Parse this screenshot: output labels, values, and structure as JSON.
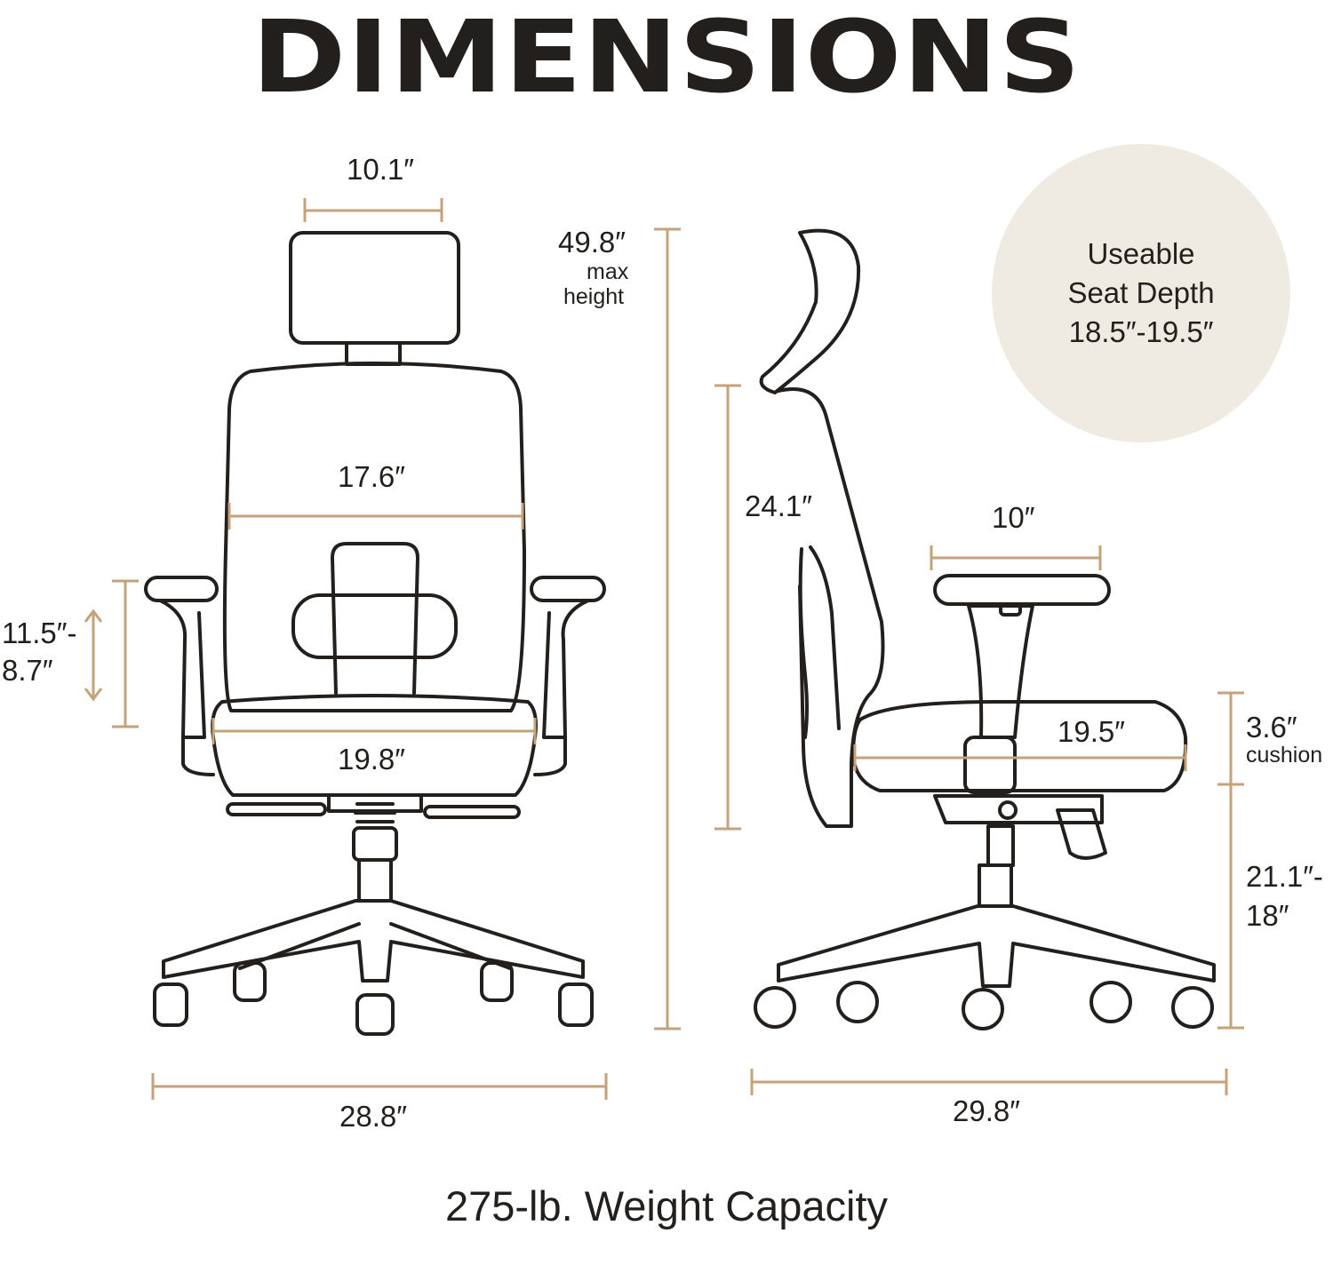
{
  "title": "DIMENSIONS",
  "front_view": {
    "headrest_width": "10.1″",
    "max_height_value": "49.8″",
    "max_height_label_1": "max",
    "max_height_label_2": "height",
    "backrest_width": "17.6″",
    "armrest_height_top": "11.5″-",
    "armrest_height_bottom": "8.7″",
    "seat_width": "19.8″",
    "base_width": "28.8″"
  },
  "side_view": {
    "backrest_height": "24.1″",
    "armrest_length": "10″",
    "seat_depth": "19.5″",
    "cushion_value": "3.6″",
    "cushion_label": "cushion",
    "seat_height_top": "21.1″-",
    "seat_height_bottom": "18″",
    "base_depth": "29.8″"
  },
  "badge": {
    "line1": "Useable",
    "line2": "Seat Depth",
    "line3": "18.5″-19.5″"
  },
  "capacity": "275-lb. Weight Capacity",
  "colors": {
    "dimension_line": "#c4a27a",
    "outline": "#231f1c",
    "badge_bg": "#efebe3"
  }
}
